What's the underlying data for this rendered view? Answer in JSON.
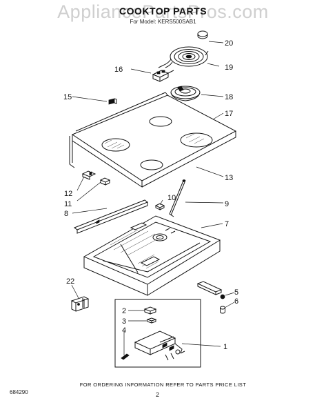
{
  "header": {
    "watermark": "AppliancePartsPros.com",
    "title": "COOKTOP PARTS",
    "subtitle": "For Model: KERS500SAB1"
  },
  "callouts": [
    {
      "id": "c20",
      "label": "20"
    },
    {
      "id": "c19",
      "label": "19"
    },
    {
      "id": "c18",
      "label": "18"
    },
    {
      "id": "c17",
      "label": "17"
    },
    {
      "id": "c16",
      "label": "16"
    },
    {
      "id": "c15",
      "label": "15"
    },
    {
      "id": "c13",
      "label": "13"
    },
    {
      "id": "c12",
      "label": "12"
    },
    {
      "id": "c11",
      "label": "11"
    },
    {
      "id": "c10",
      "label": "10"
    },
    {
      "id": "c9",
      "label": "9"
    },
    {
      "id": "c8",
      "label": "8"
    },
    {
      "id": "c7",
      "label": "7"
    },
    {
      "id": "c22",
      "label": "22"
    },
    {
      "id": "c5",
      "label": "5"
    },
    {
      "id": "c6",
      "label": "6"
    },
    {
      "id": "c2",
      "label": "2"
    },
    {
      "id": "c3",
      "label": "3"
    },
    {
      "id": "c4",
      "label": "4"
    },
    {
      "id": "c1",
      "label": "1"
    }
  ],
  "footer": {
    "note": "FOR ORDERING INFORMATION REFER TO PARTS PRICE LIST",
    "code": "684290",
    "page": "2"
  }
}
